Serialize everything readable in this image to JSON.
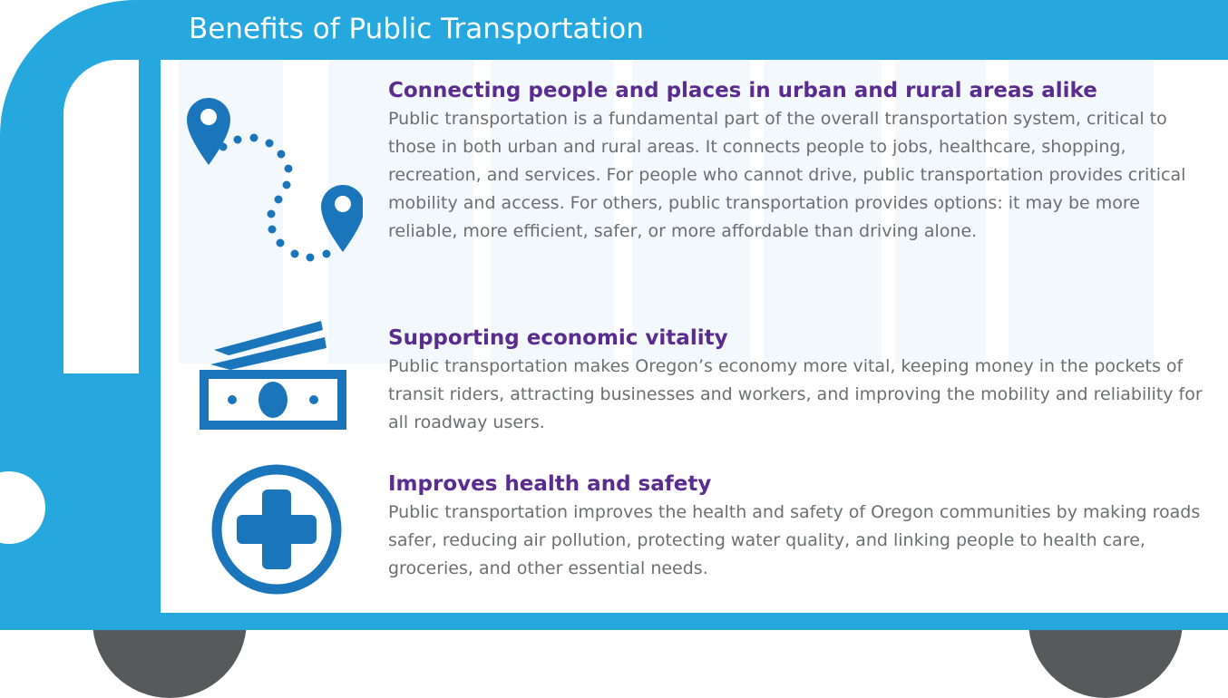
{
  "title": "Benefits of Public Transportation",
  "colors": {
    "bus_blue": "#26a8df",
    "icon_blue": "#1a75bb",
    "heading_purple": "#5b2c8f",
    "body_gray": "#6d6e71",
    "wheel_gray": "#58595b"
  },
  "sections": [
    {
      "icon": "map-route-icon",
      "heading": "Connecting people and places in urban and rural areas alike",
      "body": "Public transportation is a fundamental part of the overall transportation system, critical to those in both urban and rural areas. It connects people to jobs, healthcare, shopping, recreation, and services. For people who cannot drive, public transportation provides critical mobility and access. For others, public transportation provides options: it may be more reliable, more efficient, safer, or more affordable than driving alone."
    },
    {
      "icon": "money-icon",
      "heading": "Supporting economic vitality",
      "body": "Public transportation makes Oregon’s economy more vital, keeping money in the pockets of transit riders, attracting businesses and workers, and improving the mobility and reliability for all roadway users."
    },
    {
      "icon": "health-cross-icon",
      "heading": "Improves health and safety",
      "body": "Public transportation improves the health and safety of Oregon communities by making roads safer, reducing air pollution, protecting water quality, and linking people to health care, groceries, and other essential needs."
    }
  ]
}
